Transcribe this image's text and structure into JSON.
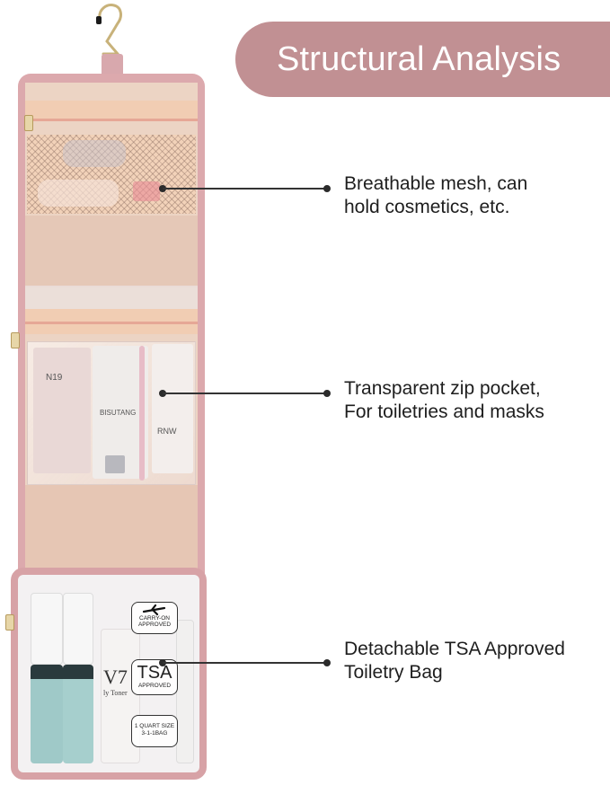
{
  "header": {
    "title": "Structural Analysis",
    "pill_color": "#c19093"
  },
  "callouts": [
    {
      "line1": "Breathable mesh, can",
      "line2": "hold cosmetics, etc."
    },
    {
      "line1": "Transparent zip pocket,",
      "line2": "For toiletries and masks"
    },
    {
      "line1": "Detachable TSA Approved",
      "line2": "Toiletry Bag"
    }
  ],
  "product": {
    "description": "Hanging pink toiletry bag, unfolded",
    "frame_color": "#dca9ad",
    "lining_color": "#ecd4c4",
    "zip_band_color": "#f1cdb3",
    "pocket_labels": {
      "tube1": "N19",
      "tube2": "BISUTANG",
      "tube3": "RNW"
    },
    "bag_labels": {
      "carry_on_line1": "CARRY-ON",
      "carry_on_line2": "APPROVED",
      "tsa": "TSA",
      "tsa_approved": "APPROVED",
      "quart_line1": "1 QUART SIZE",
      "quart_line2": "3-1-1BAG",
      "toner": "V7",
      "toner_sub": "ly Toner"
    }
  },
  "icons": {
    "plane": "airplane-icon",
    "hook": "hanger-hook-icon"
  }
}
